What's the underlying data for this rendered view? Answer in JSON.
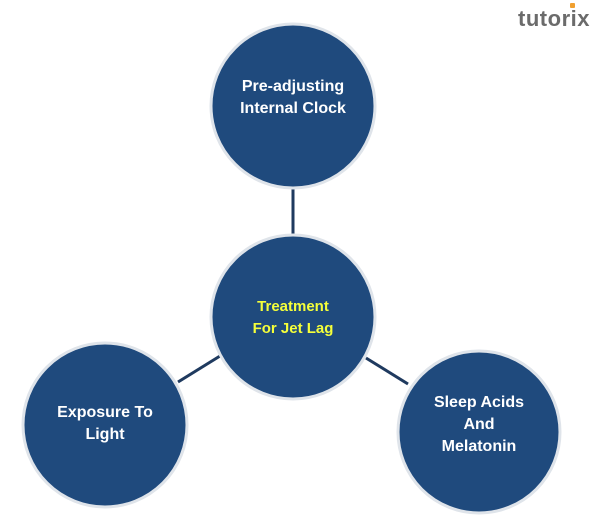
{
  "logo": {
    "text": "tutorix"
  },
  "colors": {
    "node": "#1f4a7d",
    "node_border": "#dfe4ea",
    "connector": "#1f3a5f",
    "center_text": "#f5ff3a",
    "text": "#ffffff"
  },
  "diagram": {
    "center": {
      "label_line1": "Treatment",
      "label_line2": "For Jet Lag"
    },
    "nodes": [
      {
        "label_line1": "Pre-adjusting",
        "label_line2": "Internal Clock"
      },
      {
        "label_line1": "Exposure To",
        "label_line2": "Light"
      },
      {
        "label_line1": "Sleep Acids",
        "label_line2": "And",
        "label_line3": "Melatonin"
      }
    ]
  }
}
